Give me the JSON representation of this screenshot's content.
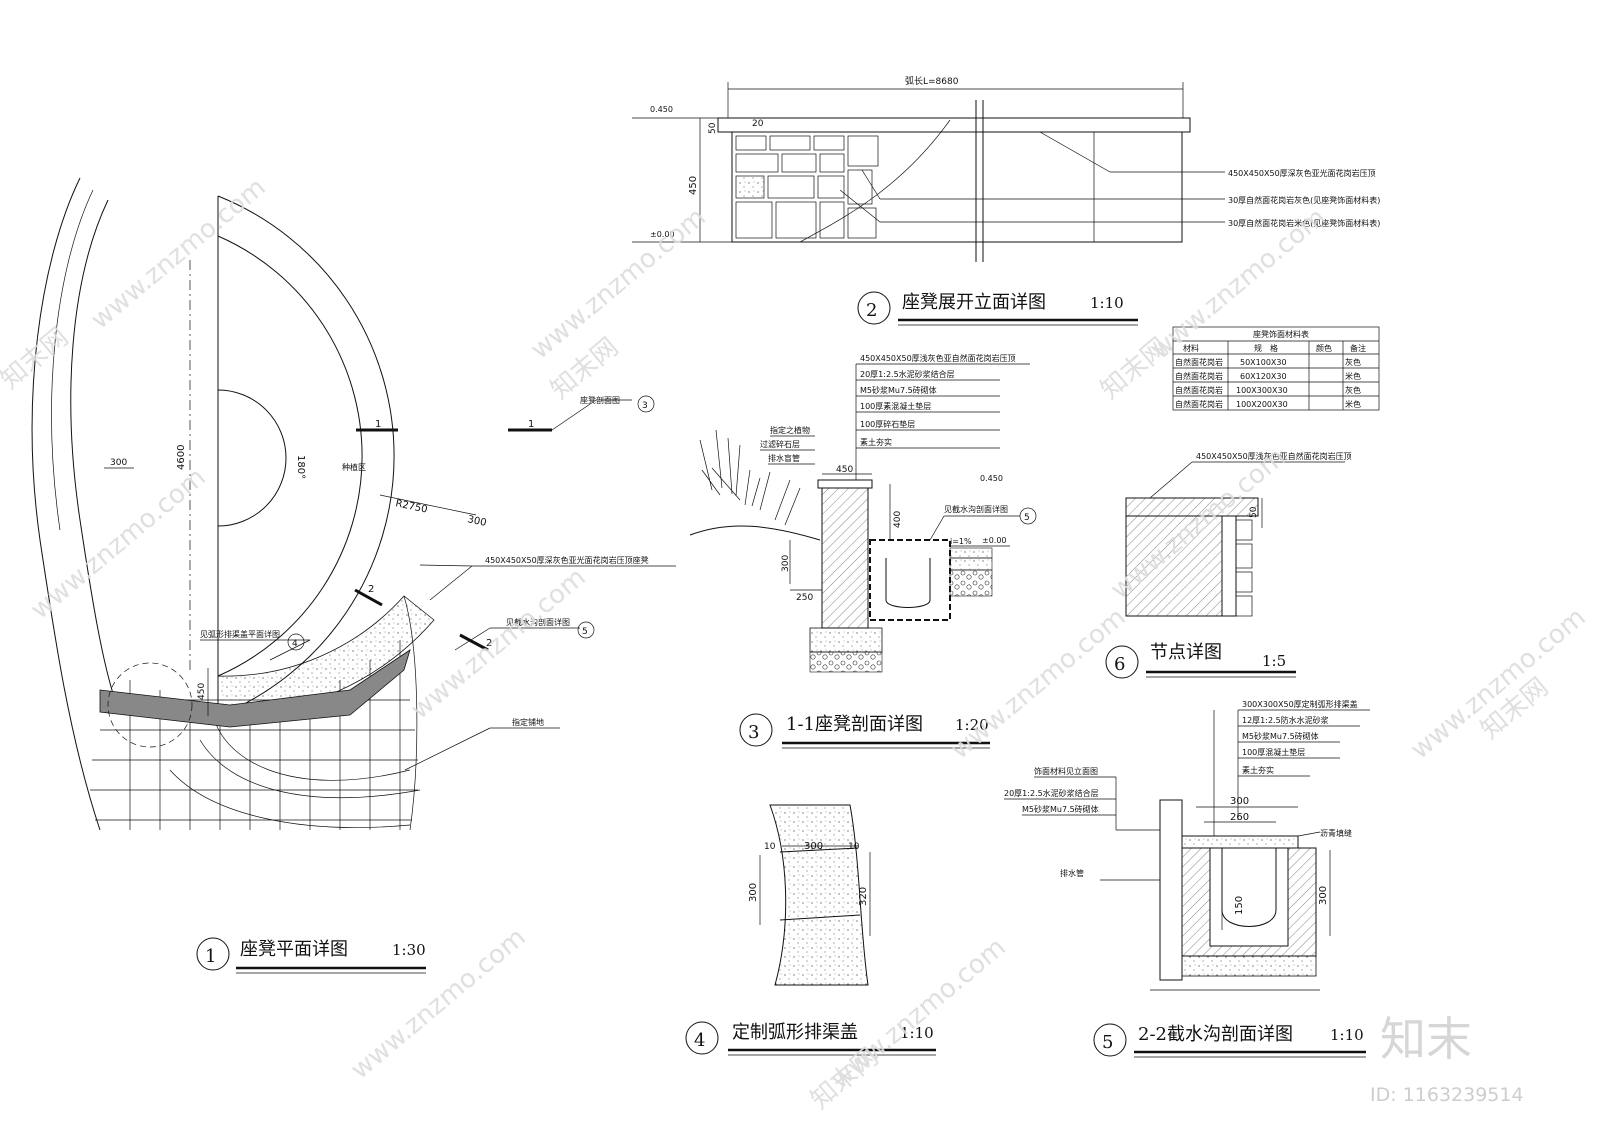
{
  "drawings": {
    "d1": {
      "no": "1",
      "title": "座凳平面详图",
      "scale": "1:30"
    },
    "d2": {
      "no": "2",
      "title": "座凳展开立面详图",
      "scale": "1:10"
    },
    "d3": {
      "no": "3",
      "title": "1-1座凳剖面详图",
      "scale": "1:20"
    },
    "d4": {
      "no": "4",
      "title": "定制弧形排渠盖",
      "scale": "1:10"
    },
    "d5": {
      "no": "5",
      "title": "2-2截水沟剖面详图",
      "scale": "1:10"
    },
    "d6": {
      "no": "6",
      "title": "节点详图",
      "scale": "1:5"
    }
  },
  "plan": {
    "dim_300": "300",
    "dim_4600": "4600",
    "angle": "180°",
    "planting": "种植区",
    "radius": "R2750",
    "dim_300b": "300",
    "dim_450": "450",
    "section1_a": "1",
    "section1_b": "1",
    "section2_a": "2",
    "section2_b": "2",
    "note_section": "座凳剖面图",
    "note_section_no": "3",
    "note_bench": "450X450X50厚深灰色亚光面花岗岩压顶座凳",
    "note_ditch_cover": "见弧形排渠盖平面详图",
    "note_ditch_cover_no": "4",
    "note_ditch": "见截水沟剖面详图",
    "note_ditch_no": "5",
    "note_paving": "指定铺地"
  },
  "elevation": {
    "arc_length": "弧长L=8680",
    "level_top": "0.450",
    "level_zero": "±0.00",
    "dim_20": "20",
    "dim_50": "50",
    "dim_450": "450",
    "note1": "450X450X50厚深灰色亚光面花岗岩压顶",
    "note2": "30厚自然面花岗岩灰色(见座凳饰面材料表)",
    "note3": "30厚自然面花岗岩米色(见座凳饰面材料表)"
  },
  "material_table": {
    "caption": "座凳饰面材料表",
    "headers": [
      "材料",
      "规　格",
      "颜色",
      "备注"
    ],
    "rows": [
      [
        "自然面花岗岩",
        "50X100X30",
        "",
        "灰色"
      ],
      [
        "自然面花岗岩",
        "60X120X30",
        "",
        "米色"
      ],
      [
        "自然面花岗岩",
        "100X300X30",
        "",
        "灰色"
      ],
      [
        "自然面花岗岩",
        "100X200X30",
        "",
        "米色"
      ]
    ]
  },
  "section11": {
    "layers": [
      "450X450X50厚浅灰色亚自然面花岗岩压顶",
      "20厚1:2.5水泥砂浆结合层",
      "M5砂浆Mu7.5砖砌体",
      "100厚素混凝土垫层",
      "100厚碎石垫层",
      "素土夯实"
    ],
    "left_notes": [
      "指定之植物",
      "过滤碎石层",
      "排水盲管"
    ],
    "dim_450": "450",
    "dim_400": "400",
    "dim_300": "300",
    "dim_250": "250",
    "level_top": "0.450",
    "level_zero": "±0.00",
    "slope": "i=1%",
    "ditch_ref": "见截水沟剖面详图",
    "ditch_ref_no": "5"
  },
  "node6": {
    "note": "450X450X50厚浅灰色亚自然面花岗岩压顶",
    "dim_50": "50"
  },
  "cover4": {
    "dim_10a": "10",
    "dim_300": "300",
    "dim_10b": "10",
    "dim_300v": "300",
    "dim_320": "320"
  },
  "section22": {
    "layers": [
      "300X300X50厚定制弧形排渠盖",
      "12厚1:2.5防水水泥砂浆",
      "M5砂浆Mu7.5砖砌体",
      "100厚混凝土垫层",
      "素土夯实"
    ],
    "left_notes": [
      "饰面材料见立面图",
      "20厚1:2.5水泥砂浆结合层",
      "M5砂浆Mu7.5砖砌体"
    ],
    "drain": "排水管",
    "asphalt": "沥青填缝",
    "dim_300": "300",
    "dim_260": "260",
    "dim_150": "150",
    "dim_300v": "300"
  },
  "watermark": {
    "site": "www.znzmo.com",
    "cn": "知末网",
    "brand": "知末",
    "id": "ID: 1163239514"
  }
}
